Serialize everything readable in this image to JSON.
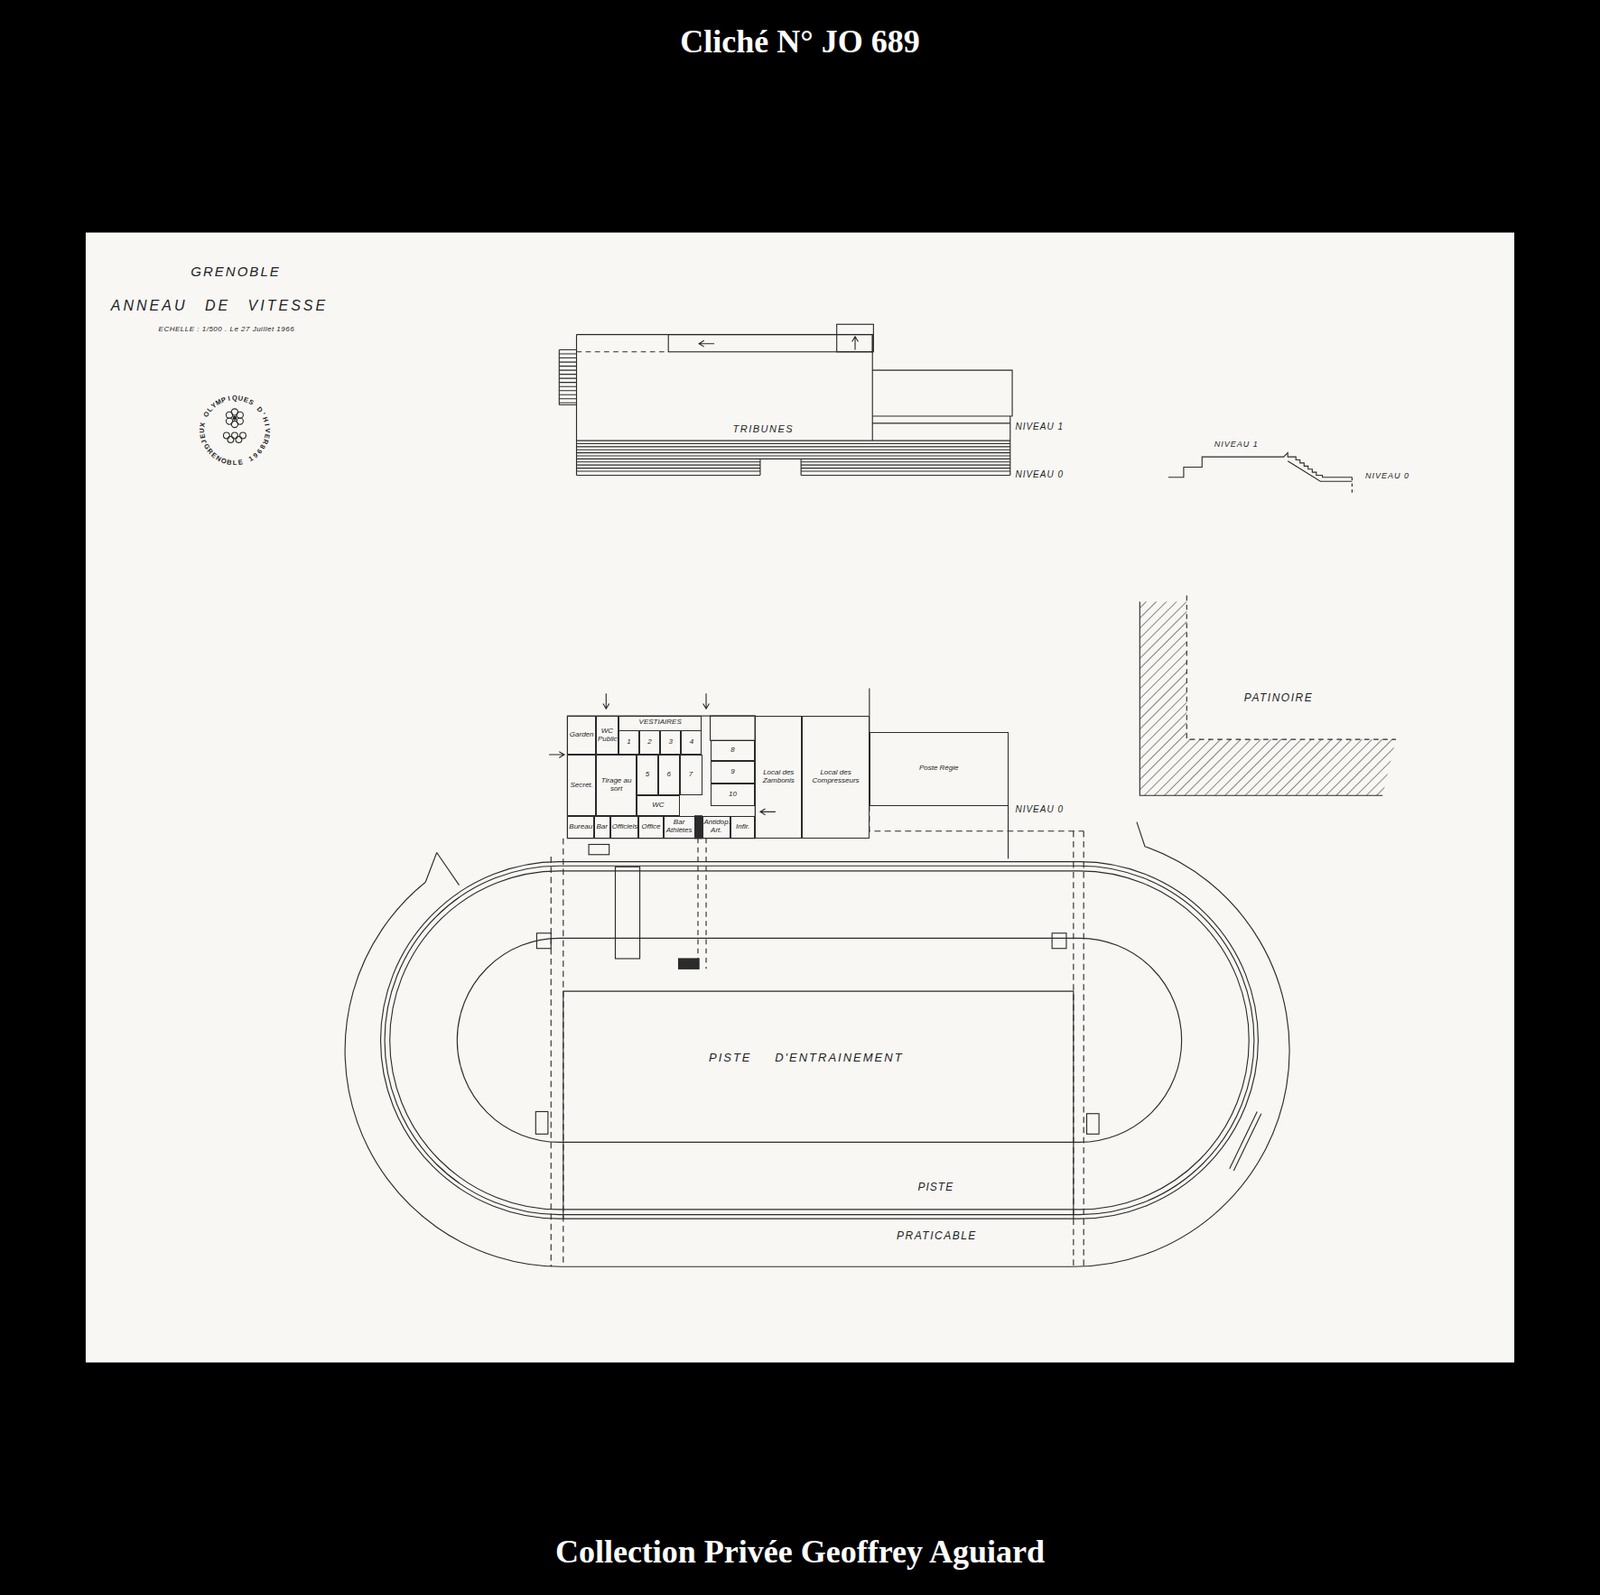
{
  "diagram": {
    "title": "Cliché N° JO 689",
    "caption": "Collection Privée Geoffrey Aguiard",
    "nodes": [
      {
        "text": [
          "Garden"
        ]
      },
      {
        "text": [
          "WC Public"
        ]
      },
      {
        "text": [
          "VESTIAIRES"
        ]
      },
      {
        "text": [
          "1"
        ],
        "in": 2
      },
      {
        "text": [
          "2"
        ],
        "in": 2
      },
      {
        "text": [
          "3"
        ],
        "in": 2
      },
      {
        "text": [
          "4"
        ],
        "in": 2
      },
      {
        "text": [
          "Secrét."
        ]
      },
      {
        "text": [
          "Tirage au sort"
        ]
      },
      {
        "text": [
          "5"
        ]
      },
      {
        "text": [
          "6"
        ]
      },
      {
        "text": [
          "7"
        ]
      },
      {
        "text": [
          "WC"
        ]
      },
      {
        "text": [
          "Bureau"
        ]
      },
      {
        "text": [
          "Bar"
        ]
      },
      {
        "text": [
          "Officiels"
        ]
      },
      {
        "text": [
          "Office"
        ]
      },
      {
        "text": [
          "Bar Athlètes"
        ]
      },
      {
        "text": [
          "Antidop. Art."
        ]
      },
      {
        "text": [
          "Infir."
        ]
      },
      {
        "text": [
          "8"
        ]
      },
      {
        "text": [
          "9"
        ]
      },
      {
        "text": [
          "10"
        ]
      },
      {
        "text": [
          "Local des Zambonis"
        ]
      },
      {
        "text": [
          "Local des Compresseurs"
        ]
      },
      {
        "text": [
          "Poste Régie"
        ]
      }
    ],
    "labels": [
      "GRENOBLE",
      "ANNEAU DE VITESSE",
      "ECHELLE : 1/500 . Le 27 Juillet 1966",
      "JEUX OLYMPIQUES D'HIVER",
      "GRENOBLE 1968",
      "TRIBUNES",
      "NIVEAU 1",
      "NIVEAU 0",
      "NIVEAU 1",
      "NIVEAU 0",
      "PATINOIRE",
      "NIVEAU 0",
      "PISTE D'ENTRAINEMENT",
      "PISTE",
      "PRATICABLE"
    ]
  }
}
